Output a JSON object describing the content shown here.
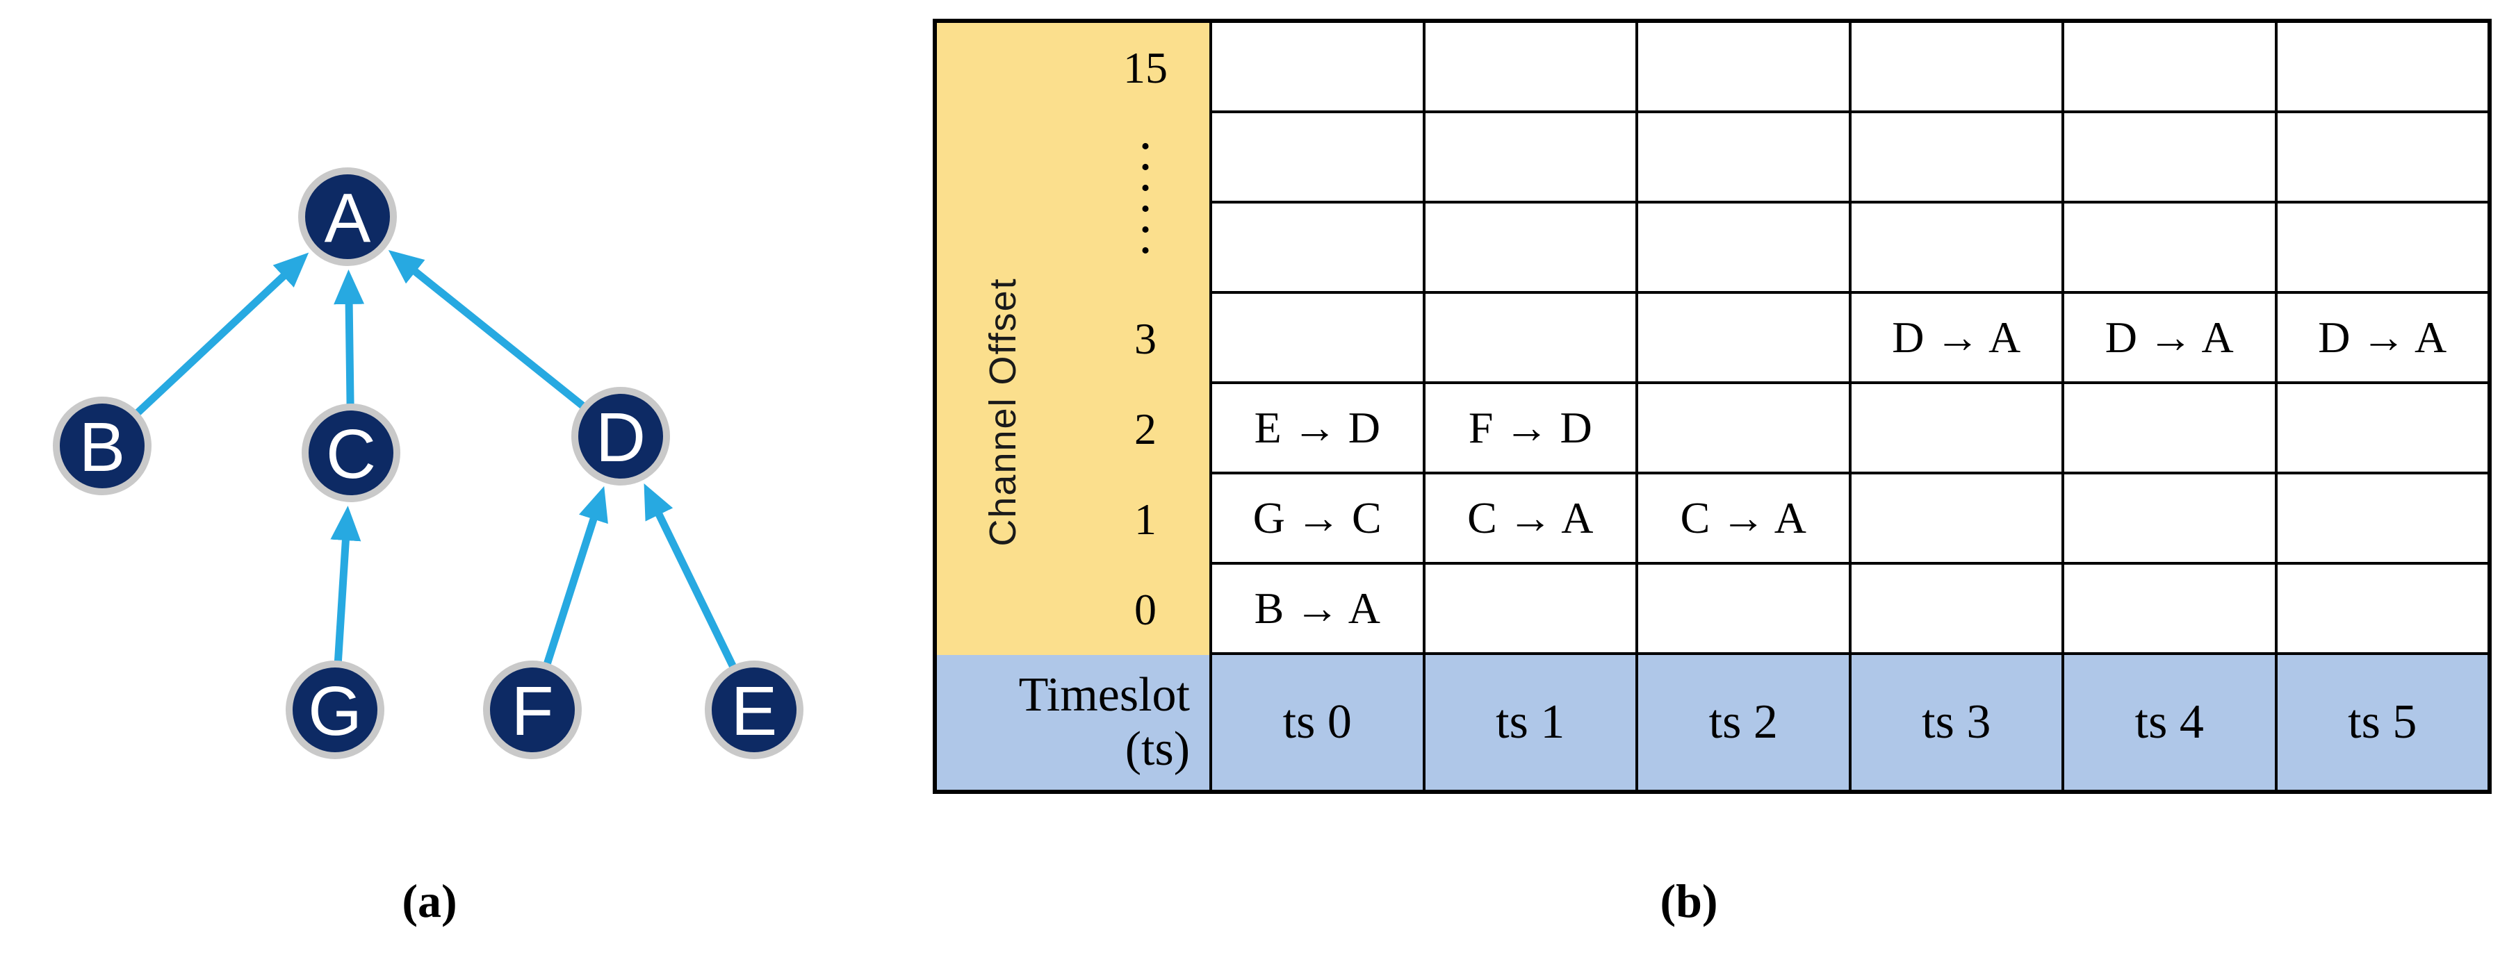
{
  "panel_a": {
    "caption": "(a)",
    "nodes": [
      {
        "id": "A",
        "label": "A"
      },
      {
        "id": "B",
        "label": "B"
      },
      {
        "id": "C",
        "label": "C"
      },
      {
        "id": "D",
        "label": "D"
      },
      {
        "id": "G",
        "label": "G"
      },
      {
        "id": "F",
        "label": "F"
      },
      {
        "id": "E",
        "label": "E"
      }
    ],
    "edges": [
      {
        "from": "B",
        "to": "A"
      },
      {
        "from": "C",
        "to": "A"
      },
      {
        "from": "D",
        "to": "A"
      },
      {
        "from": "G",
        "to": "C"
      },
      {
        "from": "F",
        "to": "D"
      },
      {
        "from": "E",
        "to": "D"
      }
    ],
    "colors": {
      "node_fill": "#0D2A64",
      "node_ring": "#C9C9C9",
      "edge": "#27A9E1",
      "node_text": "#FFFFFF"
    }
  },
  "panel_b": {
    "caption": "(b)",
    "y_axis_label": "Channel Offset",
    "row_labels": [
      "15",
      "3",
      "2",
      "1",
      "0"
    ],
    "ellipsis": "•\n•\n•\n•\n•\n•",
    "timeslot_header": "Timeslot\n(ts)",
    "col_headers": [
      "ts 0",
      "ts 1",
      "ts 2",
      "ts 3",
      "ts 4",
      "ts 5"
    ],
    "grid": [
      [
        "",
        "",
        "",
        "",
        "",
        ""
      ],
      [
        "",
        "",
        "",
        "",
        "",
        ""
      ],
      [
        "",
        "",
        "",
        "",
        "",
        ""
      ],
      [
        "",
        "",
        "",
        "D → A",
        "D → A",
        "D → A"
      ],
      [
        "E → D",
        "F → D",
        "",
        "",
        "",
        ""
      ],
      [
        "G → C",
        "C → A",
        "C → A",
        "",
        "",
        ""
      ],
      [
        "B → A",
        "",
        "",
        "",
        "",
        ""
      ]
    ],
    "colors": {
      "label_column_bg": "#FBDF8D",
      "timeslot_row_bg": "#AFC7E8",
      "grid_line": "#000000",
      "cell_bg": "#FFFFFF"
    }
  }
}
